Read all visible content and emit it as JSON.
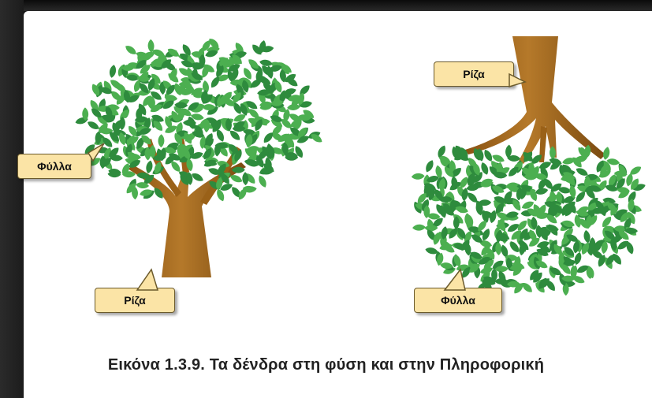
{
  "figure": {
    "caption": "Εικόνα 1.3.9. Τα δένδρα στη φύση και στην Πληροφορική"
  },
  "natural_tree": {
    "leaves_label": "Φύλλα",
    "root_label": "Ρίζα"
  },
  "computing_tree": {
    "root_label": "Ρίζα",
    "leaves_label": "Φύλλα"
  },
  "colors": {
    "callout_fill": "#fbe4a6",
    "callout_border": "#6b5a2c",
    "leaf_light": "#4caf50",
    "leaf_dark": "#2e8b3d",
    "trunk": "#a86a1c"
  }
}
